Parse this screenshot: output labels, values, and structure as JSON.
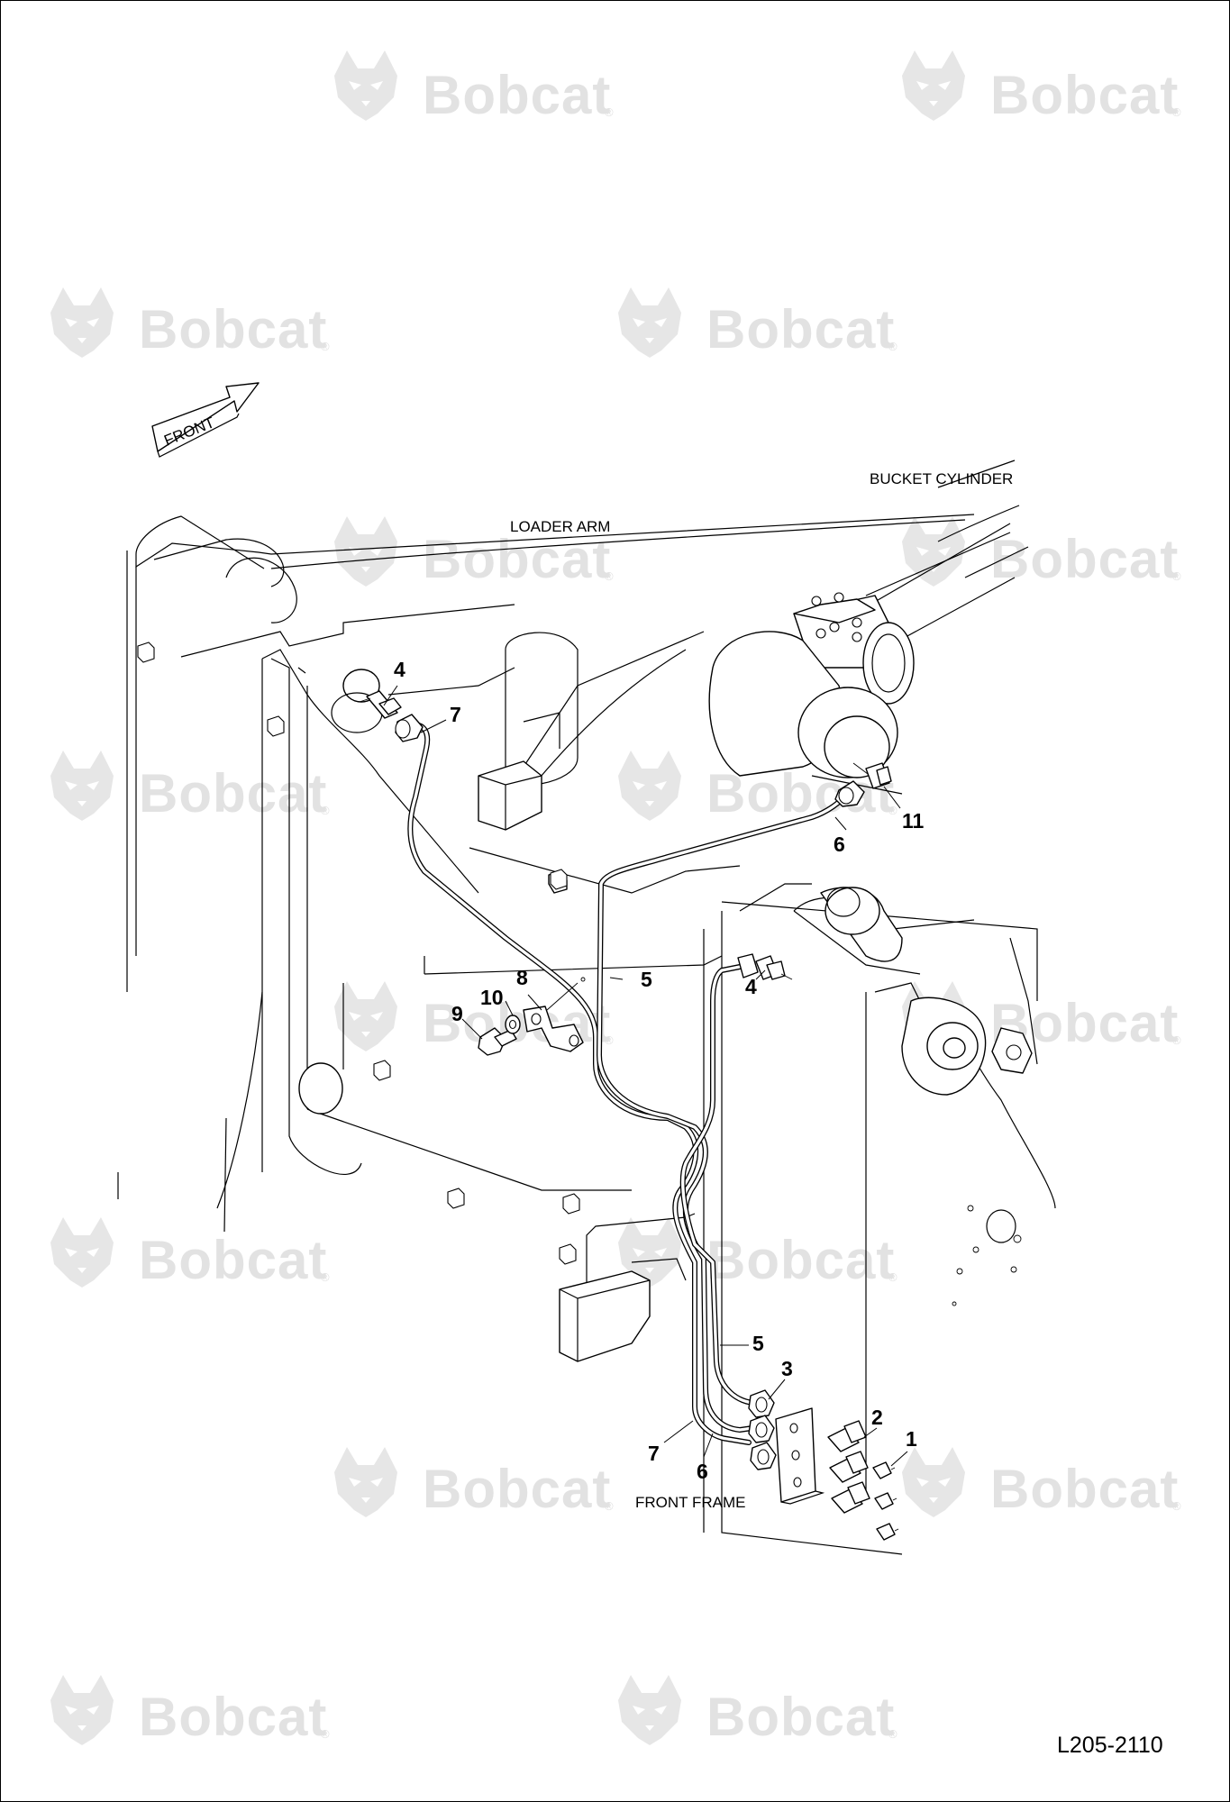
{
  "diagram": {
    "watermark": {
      "brand": "Bobcat",
      "mark": "®"
    },
    "front_arrow": {
      "label": "FRONT"
    },
    "captions": {
      "loader_arm": "LOADER ARM",
      "bucket_cylinder": "BUCKET CYLINDER",
      "front_frame": "FRONT FRAME"
    },
    "callouts": {
      "c1": "1",
      "c2": "2",
      "c3": "3",
      "c4_top": "4",
      "c4_mid": "4",
      "c5_mid": "5",
      "c5_low": "5",
      "c6_top": "6",
      "c6_low": "6",
      "c7_top": "7",
      "c7_low": "7",
      "c8": "8",
      "c9": "9",
      "c10": "10",
      "c11": "11"
    },
    "document_number": "L205-2110"
  }
}
